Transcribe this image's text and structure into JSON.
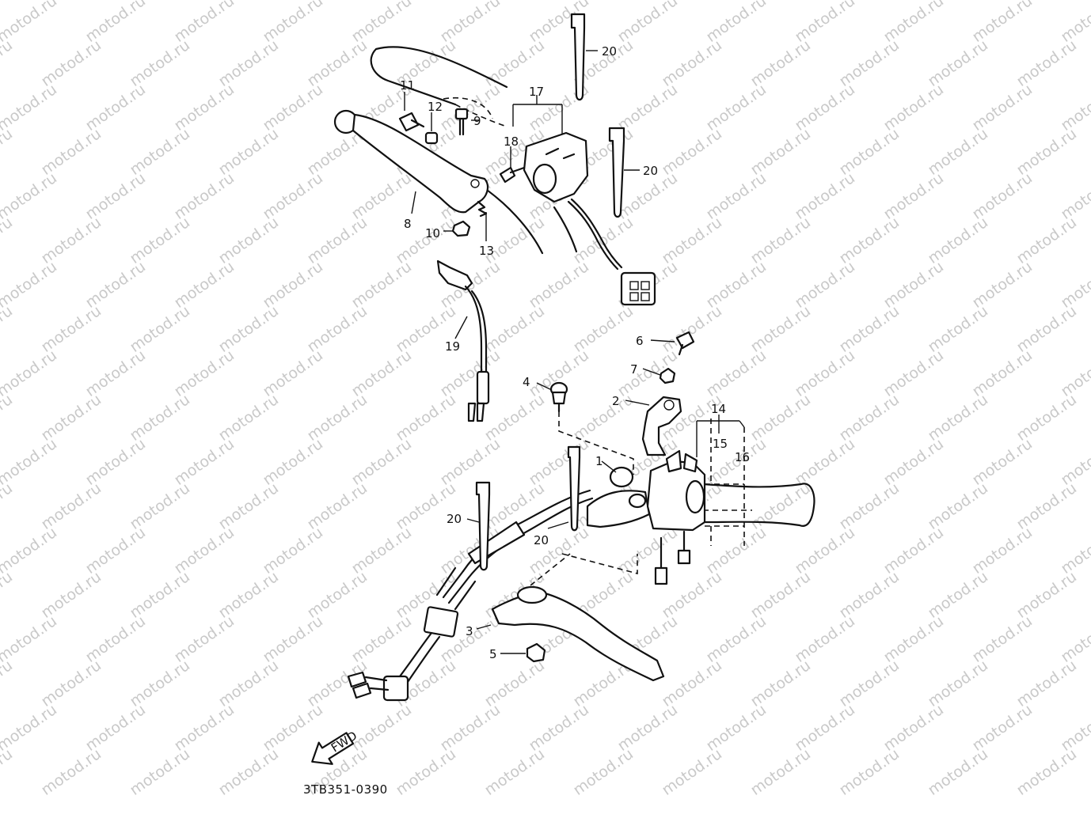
{
  "watermark": {
    "text": "motod.ru",
    "color": "#c9c9c9"
  },
  "diagram": {
    "part_code": "3TB351-0390",
    "direction_arrow_text": "FWD",
    "callouts": {
      "c1": "1",
      "c2": "2",
      "c3": "3",
      "c4": "4",
      "c5": "5",
      "c6": "6",
      "c7": "7",
      "c8": "8",
      "c9": "9",
      "c10": "10",
      "c11": "11",
      "c12": "12",
      "c13": "13",
      "c14": "14",
      "c15": "15",
      "c16": "16",
      "c17": "17",
      "c18": "18",
      "c19": "19",
      "c20a": "20",
      "c20b": "20",
      "c20c": "20",
      "c20d": "20"
    }
  }
}
